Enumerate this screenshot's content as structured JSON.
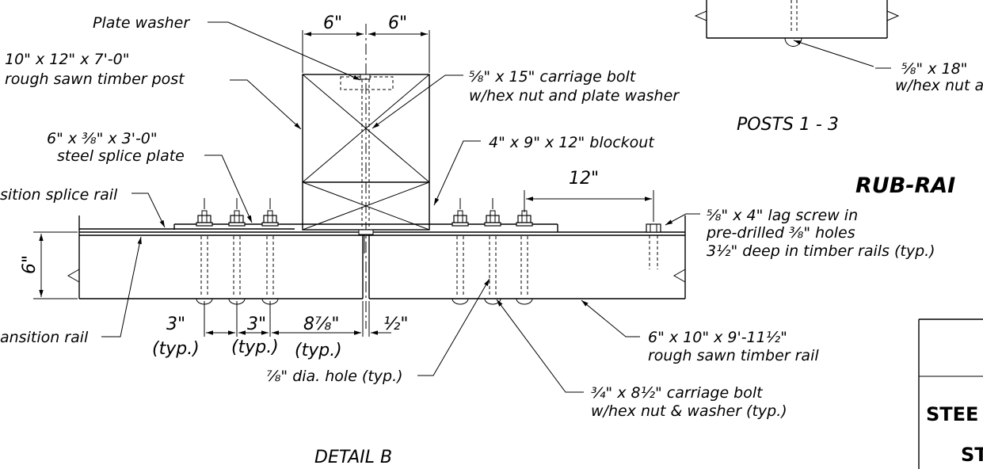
{
  "labels": {
    "plate_washer": "Plate washer",
    "post_line1": "10\" x 12\" x 7'-0\"",
    "post_line2": "rough sawn timber post",
    "carriage_bolt_15_line1": "⅝\" x 15\" carriage bolt",
    "carriage_bolt_15_line2": "w/hex nut and plate washer",
    "splice_plate_line1": "6\" x ⅜\" x 3'-0\"",
    "splice_plate_line2": "steel splice plate",
    "blockout": "4\" x 9\" x 12\" blockout",
    "transition_splice_rail": "sition splice rail",
    "lag_screw_line1": "⅝\" x 4\" lag screw in",
    "lag_screw_line2": "pre-drilled ⅜\" holes",
    "lag_screw_line3": "3½\" deep in timber rails (typ.)",
    "transition_rail": "ansition rail",
    "timber_rail_line1": "6\" x 10\" x 9'-11½\"",
    "timber_rail_line2": "rough sawn timber rail",
    "hole": "⅞\" dia. hole (typ.)",
    "carriage_bolt_812_line1": "¾\" x 8½\" carriage bolt",
    "carriage_bolt_812_line2": "w/hex nut & washer (typ.)",
    "carriage_bolt_18_line1": "⅝\" x 18\"",
    "carriage_bolt_18_line2": "w/hex nut a",
    "posts_title": "POSTS 1 - 3",
    "rub_rail_title": "RUB-RAI",
    "detail_title": "DETAIL B"
  },
  "dimensions": {
    "post_left_half": "6\"",
    "post_right_half": "6\"",
    "lag_spacing": "12\"",
    "rail_height": "6\"",
    "bolt_spacing_1": "3\"",
    "bolt_spacing_2": "3\"",
    "bolt_to_post": "8⅞\"",
    "rail_gap": "½\"",
    "typ_1": "(typ.)",
    "typ_2": "(typ.)",
    "typ_3": "(typ.)"
  },
  "table": {
    "row1": "STEE",
    "row2": "ST"
  }
}
